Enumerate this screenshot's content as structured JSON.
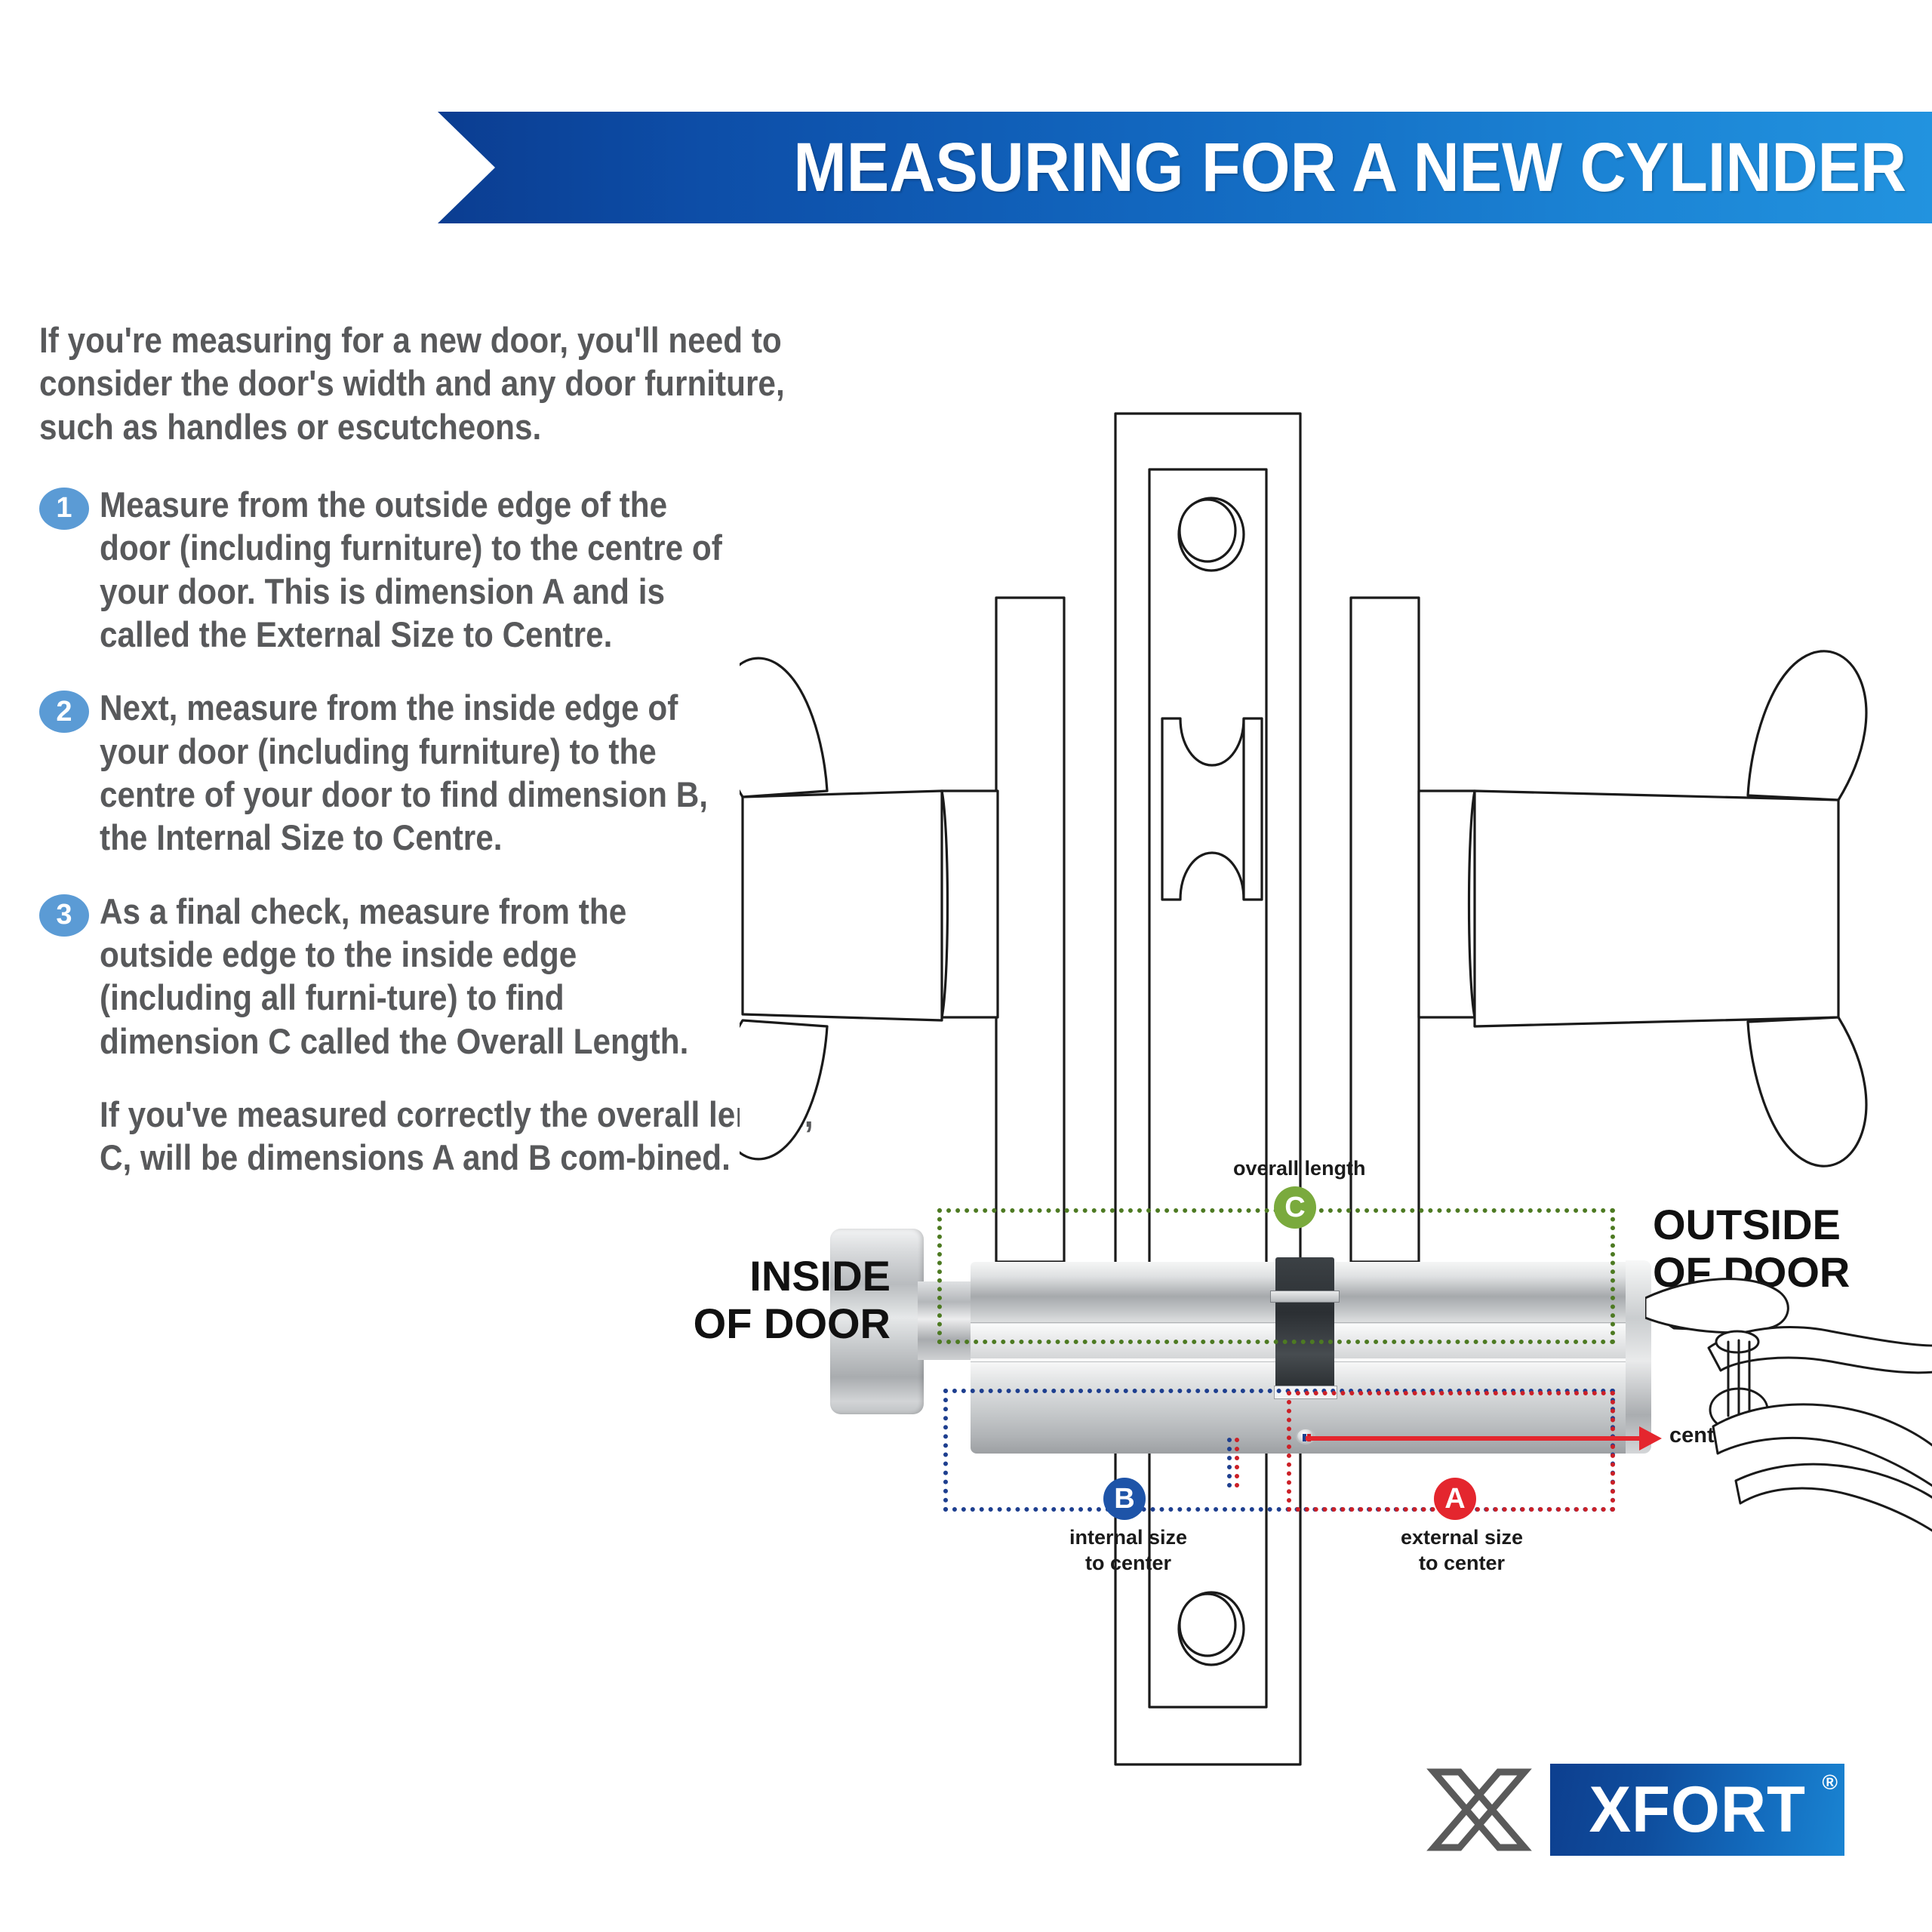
{
  "banner": {
    "title": "MEASURING FOR A NEW CYLINDER",
    "gradient_from": "#0b3d91",
    "gradient_to": "#2293df"
  },
  "intro": {
    "paragraph": "If you're measuring for a new door, you'll need to consider the door's width and any door furniture, such as handles or escutcheons."
  },
  "steps": [
    {
      "number": "1",
      "text": "Measure from the outside edge of the door (including furniture) to the centre of your door. This is dimension A and is called the External Size to Centre."
    },
    {
      "number": "2",
      "text": "Next, measure from the inside edge of your door (including furniture) to the centre of your door to find dimension B, the Internal Size to Centre."
    },
    {
      "number": "3",
      "text": "As a final check, measure from the outside edge to the inside edge (including all furni-ture) to find dimension C called the Overall Length."
    }
  ],
  "closing": {
    "text": "If you've measured correctly the overall length, C, will be dimensions A and B com-bined."
  },
  "diagram": {
    "inside_label_line1": "INSIDE",
    "inside_label_line2": "OF DOOR",
    "outside_label_line1": "OUTSIDE",
    "outside_label_line2": "OF DOOR",
    "overall_length_label": "overall length",
    "center_label": "center",
    "dimension_c": {
      "badge": "C",
      "color": "#7aaa3d",
      "rect_color": "#4d7a22"
    },
    "dimension_b": {
      "badge": "B",
      "color": "#1e54a8",
      "rect_color": "#1e3f8f",
      "caption_line1": "internal size",
      "caption_line2": "to center"
    },
    "dimension_a": {
      "badge": "A",
      "color": "#e4262e",
      "rect_color": "#cc2027",
      "caption_line1": "external size",
      "caption_line2": "to center"
    }
  },
  "logo": {
    "brand": "XFORT",
    "registered": "®",
    "box_color": "#0d3f8f"
  },
  "theme": {
    "body_text_color": "#58595b",
    "step_badge_color": "#5b9bd5",
    "background": "#ffffff"
  }
}
